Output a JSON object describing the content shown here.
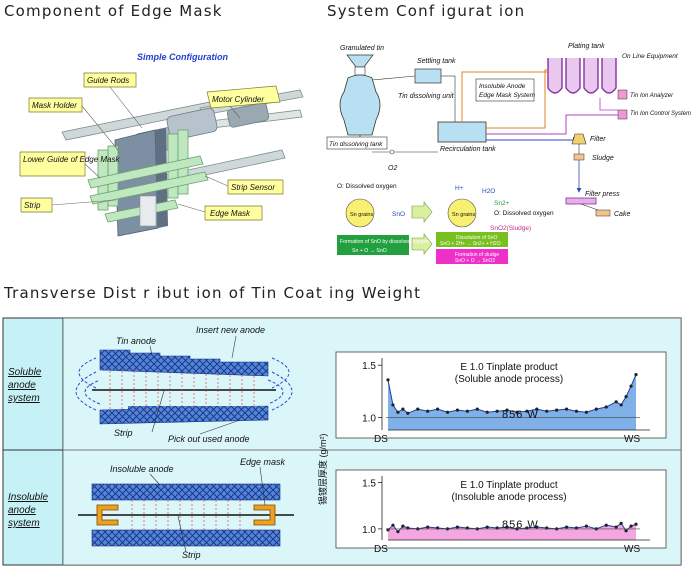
{
  "titles": {
    "edge_mask": "Component of Edge Mask",
    "system_config": "System Conf igurat ion",
    "transverse": "Transverse Dist r ibut ion of Tin Coat ing Weight"
  },
  "edge_mask": {
    "heading": "Simple Configuration",
    "callouts": [
      "Guide Rods",
      "Motor Cylinder",
      "Mask Holder",
      "Lower Guide of Edge Mask",
      "Strip Sensor",
      "Strip",
      "Edge Mask"
    ]
  },
  "system": {
    "granulated_tin": "Granulated tin",
    "settling_tank": "Settling tank",
    "tin_dissolving_unit": "Tin dissolving unit",
    "plating_tank": "Plating tank",
    "online_equipment": "On Line Equipment",
    "insoluble_anode": "Insoluble Anode",
    "edge_mask_system": "Edge Mask System",
    "tin_ion_analyzer": "Tin Ion Analyzer",
    "tin_ion_control": "Tin Ion Control System",
    "tin_dissolving_tank": "Tin dissolving tank",
    "recirculation_tank": "Recirculation tank",
    "filter": "Filter",
    "sludge": "Sludge",
    "filter_press": "Filter press",
    "cake": "Cake",
    "o2": "O2",
    "dissolved_oxygen": "O: Dissolved oxygen",
    "sn_grains": "Sn grains",
    "sno": "SnO",
    "h_plus": "H+",
    "h2o": "H2O",
    "sn2": "Sn2+",
    "dissolved_oxygen_right": "O: Dissolved oxygen",
    "sno2_sludge": "SnO2(Sludge)",
    "formation_box": "Formation of SnO by dissolved oxygen",
    "formation_eq": "Sn + O → SnO",
    "dissolution_box": "Dissolution of SnO",
    "dissolution_eq": "SnO + 2H+ → Sn2+ + H2O",
    "sludge_box": "Formation of sludge",
    "sludge_eq": "SnO + O → SnO2"
  },
  "transverse": {
    "rows": [
      {
        "label": [
          "Soluble",
          "anode",
          "system"
        ]
      },
      {
        "label": [
          "Insoluble",
          "anode",
          "system"
        ]
      }
    ],
    "soluble_diagram": {
      "tin_anode": "Tin anode",
      "insert_new": "Insert new anode",
      "strip": "Strip",
      "pick_out": "Pick out used anode"
    },
    "insoluble_diagram": {
      "insoluble_anode": "Insoluble anode",
      "edge_mask": "Edge mask",
      "strip": "Strip"
    },
    "y_axis_label": "锡镀层厚度 (g/m²)"
  },
  "chart_data": [
    {
      "type": "area",
      "title": "E 1.0 Tinplate product",
      "subtitle": "(Soluble anode process)",
      "x": [
        0,
        1,
        2,
        3,
        4,
        6,
        8,
        10,
        12,
        14,
        16,
        18,
        20,
        22,
        24,
        26,
        28,
        30,
        32,
        34,
        36,
        38,
        40,
        42,
        44,
        46,
        47,
        48,
        49,
        50
      ],
      "values": [
        1.36,
        1.12,
        1.05,
        1.08,
        1.04,
        1.08,
        1.06,
        1.08,
        1.05,
        1.07,
        1.06,
        1.08,
        1.05,
        1.06,
        1.07,
        1.05,
        1.06,
        1.08,
        1.06,
        1.07,
        1.08,
        1.06,
        1.05,
        1.08,
        1.1,
        1.15,
        1.12,
        1.2,
        1.3,
        1.41
      ],
      "x_tick_labels": [
        "DS",
        "WS"
      ],
      "y_ticks": [
        1.0,
        1.5
      ],
      "ylim": [
        0.88,
        1.55
      ],
      "annotation": "856 W",
      "fill_color": "#7fb0e8",
      "line_color": "#1e3fa0"
    },
    {
      "type": "area",
      "title": "E 1.0 Tinplate product",
      "subtitle": "(Insoluble anode process)",
      "x": [
        0,
        1,
        2,
        3,
        4,
        6,
        8,
        10,
        12,
        14,
        16,
        18,
        20,
        22,
        24,
        26,
        28,
        30,
        32,
        34,
        36,
        38,
        40,
        42,
        44,
        46,
        47,
        48,
        49,
        50
      ],
      "values": [
        0.99,
        1.04,
        0.97,
        1.03,
        1.01,
        1.0,
        1.02,
        1.01,
        1.0,
        1.02,
        1.01,
        1.0,
        1.02,
        1.01,
        1.02,
        1.0,
        1.01,
        1.02,
        1.01,
        1.0,
        1.02,
        1.01,
        1.03,
        1.0,
        1.04,
        1.02,
        1.06,
        0.98,
        1.03,
        1.05
      ],
      "x_tick_labels": [
        "DS",
        "WS"
      ],
      "y_ticks": [
        1.0,
        1.5
      ],
      "ylim": [
        0.88,
        1.55
      ],
      "annotation": "856 W",
      "fill_color": "#f4a6e0",
      "line_color": "#1e3fa0"
    }
  ]
}
